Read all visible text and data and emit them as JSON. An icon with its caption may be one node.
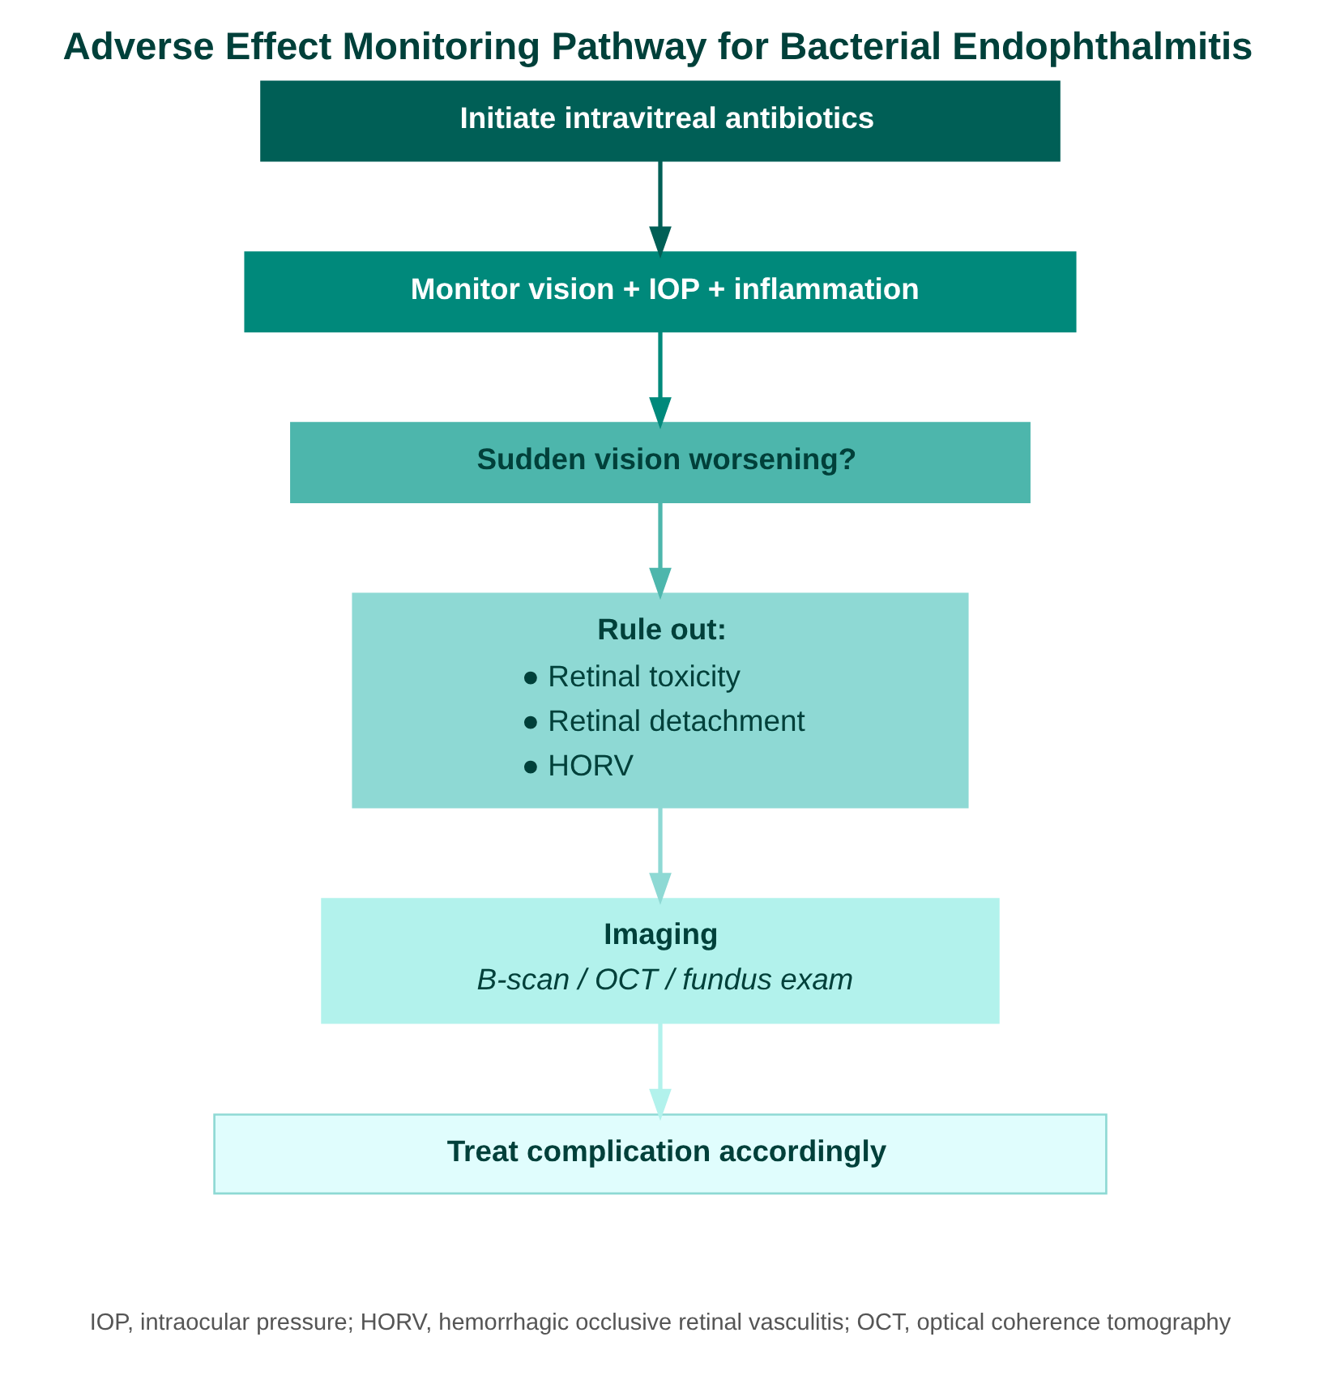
{
  "diagram": {
    "title": "Adverse Effect Monitoring Pathway for Bacterial Endophthalmitis",
    "caption": "IOP, intraocular pressure; HORV, hemorrhagic occlusive retinal vasculitis; OCT, optical coherence tomography",
    "nodes": [
      {
        "text": [
          "Initiate intravitreal antibiotics"
        ]
      },
      {
        "text": [
          "Monitor vision + IOP + inflammation"
        ]
      },
      {
        "text": [
          "Sudden vision worsening?"
        ]
      },
      {
        "text": [
          "Rule out:",
          "● Retinal toxicity",
          "● Retinal detachment",
          "● HORV"
        ]
      },
      {
        "text": [
          "Imaging",
          "B-scan / OCT / fundus exam"
        ]
      },
      {
        "text": [
          "Treat complication accordingly"
        ]
      }
    ],
    "edges": [
      {
        "from": 0,
        "to": 1,
        "arrow": "to",
        "color": "#005f56"
      },
      {
        "from": 1,
        "to": 2,
        "arrow": "to",
        "color": "#00897b"
      },
      {
        "from": 2,
        "to": 3,
        "arrow": "to",
        "color": "#4db6ac"
      },
      {
        "from": 3,
        "to": 4,
        "arrow": "to",
        "color": "#8ed9d4"
      },
      {
        "from": 4,
        "to": 5,
        "arrow": "to",
        "color": "#b2f2ec"
      }
    ]
  }
}
